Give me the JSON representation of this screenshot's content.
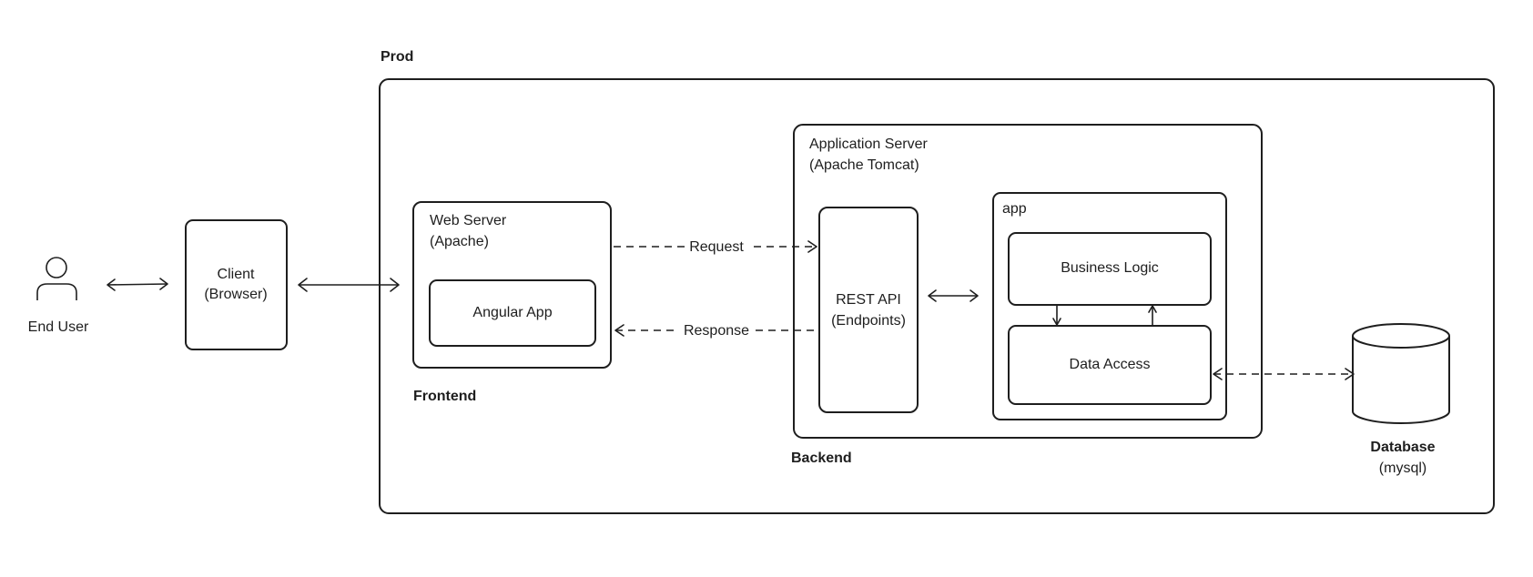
{
  "nodes": {
    "end_user": {
      "label": "End User",
      "icon": "user-icon"
    },
    "client": {
      "line1": "Client",
      "line2": "(Browser)"
    },
    "prod": {
      "label": "Prod"
    },
    "web_server": {
      "line1": "Web Server",
      "line2": "(Apache)"
    },
    "angular_app": {
      "label": "Angular App"
    },
    "frontend": {
      "label": "Frontend"
    },
    "app_server": {
      "line1": "Application Server",
      "line2": "(Apache Tomcat)"
    },
    "rest_api": {
      "line1": "REST API",
      "line2": "(Endpoints)"
    },
    "app": {
      "label": "app"
    },
    "business_logic": {
      "label": "Business Logic"
    },
    "data_access": {
      "label": "Data Access"
    },
    "backend": {
      "label": "Backend"
    },
    "database": {
      "line1": "Database",
      "line2": "(mysql)",
      "icon": "database-cylinder-icon"
    }
  },
  "edges": {
    "request": {
      "label": "Request"
    },
    "response": {
      "label": "Response"
    }
  },
  "colors": {
    "stroke": "#1e1e1e",
    "background": "#ffffff"
  }
}
